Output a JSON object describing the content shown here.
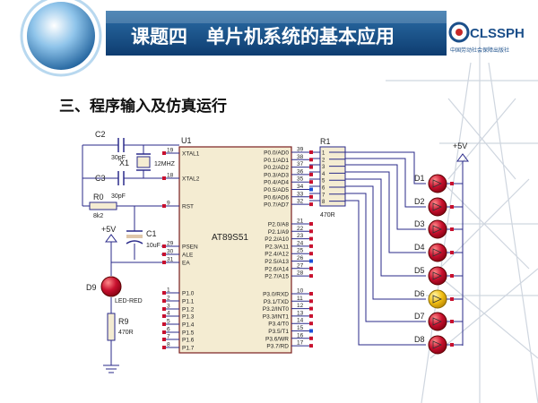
{
  "slide": {
    "title": "课题四　单片机系统的基本应用",
    "section_heading": "三、程序输入及仿真运行",
    "logo_text": "CLSSPH",
    "logo_subtext": "中国劳动社会保障出版社"
  },
  "circuit": {
    "mcu": {
      "ref": "U1",
      "part": "AT89S51",
      "left_pins": [
        {
          "num": "19",
          "name": "XTAL1"
        },
        {
          "num": "18",
          "name": "XTAL2"
        },
        {
          "num": "9",
          "name": "RST"
        },
        {
          "num": "29",
          "name": "PSEN"
        },
        {
          "num": "30",
          "name": "ALE"
        },
        {
          "num": "31",
          "name": "EA"
        }
      ],
      "p1_pins": [
        {
          "num": "1",
          "name": "P1.0"
        },
        {
          "num": "2",
          "name": "P1.1"
        },
        {
          "num": "3",
          "name": "P1.2"
        },
        {
          "num": "4",
          "name": "P1.3"
        },
        {
          "num": "5",
          "name": "P1.4"
        },
        {
          "num": "6",
          "name": "P1.5"
        },
        {
          "num": "7",
          "name": "P1.6"
        },
        {
          "num": "8",
          "name": "P1.7"
        }
      ],
      "p0_pins": [
        {
          "num": "39",
          "name": "P0.0/AD0"
        },
        {
          "num": "38",
          "name": "P0.1/AD1"
        },
        {
          "num": "37",
          "name": "P0.2/AD2"
        },
        {
          "num": "36",
          "name": "P0.3/AD3"
        },
        {
          "num": "35",
          "name": "P0.4/AD4"
        },
        {
          "num": "34",
          "name": "P0.5/AD5"
        },
        {
          "num": "33",
          "name": "P0.6/AD6"
        },
        {
          "num": "32",
          "name": "P0.7/AD7"
        }
      ],
      "p2_pins": [
        {
          "num": "21",
          "name": "P2.0/A8"
        },
        {
          "num": "22",
          "name": "P2.1/A9"
        },
        {
          "num": "23",
          "name": "P2.2/A10"
        },
        {
          "num": "24",
          "name": "P2.3/A11"
        },
        {
          "num": "25",
          "name": "P2.4/A12"
        },
        {
          "num": "26",
          "name": "P2.5/A13"
        },
        {
          "num": "27",
          "name": "P2.6/A14"
        },
        {
          "num": "28",
          "name": "P2.7/A15"
        }
      ],
      "p3_pins": [
        {
          "num": "10",
          "name": "P3.0/RXD"
        },
        {
          "num": "11",
          "name": "P3.1/TXD"
        },
        {
          "num": "12",
          "name": "P3.2/INT0"
        },
        {
          "num": "13",
          "name": "P3.3/INT1"
        },
        {
          "num": "14",
          "name": "P3.4/T0"
        },
        {
          "num": "15",
          "name": "P3.5/T1"
        },
        {
          "num": "16",
          "name": "P3.6/WR"
        },
        {
          "num": "17",
          "name": "P3.7/RD"
        }
      ]
    },
    "c2": {
      "ref": "C2",
      "value": "30pF"
    },
    "c3": {
      "ref": "C3",
      "value": "30pF"
    },
    "x1": {
      "ref": "X1",
      "value": "12MHZ"
    },
    "r0": {
      "ref": "R0",
      "value": "8k2"
    },
    "c1": {
      "ref": "C1",
      "value": "10uF"
    },
    "vcc_left": "+5V",
    "d9": {
      "ref": "D9",
      "value": "LED-RED"
    },
    "r9": {
      "ref": "R9",
      "value": "470R"
    },
    "r1": {
      "ref": "R1",
      "value": "470R",
      "pin_nums": [
        "1",
        "2",
        "3",
        "4",
        "5",
        "6",
        "7",
        "8"
      ]
    },
    "vcc_right": "+5V",
    "leds": [
      "D1",
      "D2",
      "D3",
      "D4",
      "D5",
      "D6",
      "D7",
      "D8"
    ],
    "led_colors": {
      "off": "#c8102e",
      "on": "#f2c014"
    },
    "lit_led_index": 5
  }
}
